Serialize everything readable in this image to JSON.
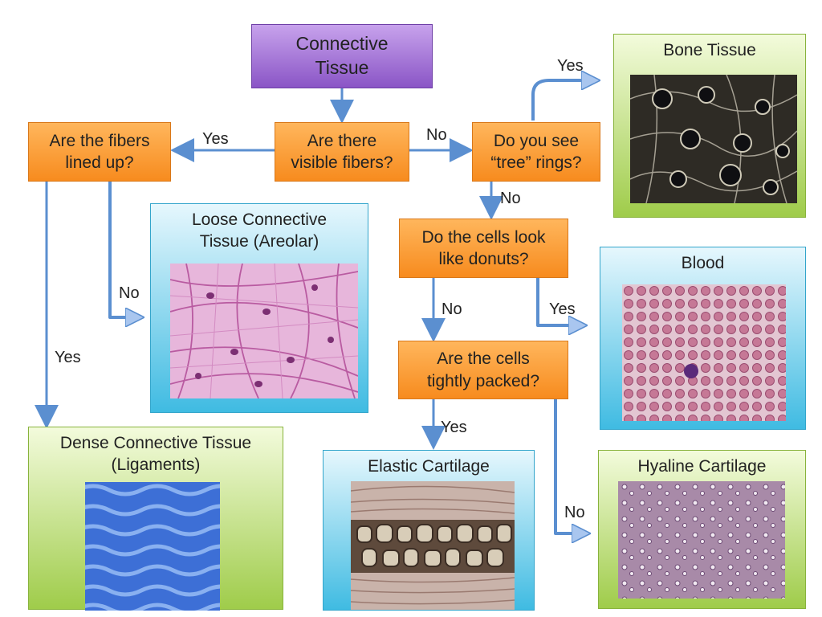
{
  "title": "Connective\nTissue",
  "questions": {
    "visible_fibers": "Are there\nvisible fibers?",
    "lined_up": "Are the fibers\nlined up?",
    "tree_rings": "Do you see\n“tree” rings?",
    "donuts": "Do the cells look\nlike donuts?",
    "tightly_packed": "Are the cells\ntightly packed?"
  },
  "results": {
    "bone": "Bone Tissue",
    "loose": "Loose Connective\nTissue (Areolar)",
    "dense": "Dense Connective Tissue\n(Ligaments)",
    "blood": "Blood",
    "elastic": "Elastic Cartilage",
    "hyaline": "Hyaline Cartilage"
  },
  "edge_labels": {
    "fibers_yes": "Yes",
    "fibers_no": "No",
    "rings_yes": "Yes",
    "rings_no": "No",
    "lined_no": "No",
    "lined_yes": "Yes",
    "donuts_no": "No",
    "donuts_yes": "Yes",
    "packed_yes": "Yes",
    "packed_no": "No"
  },
  "colors": {
    "arrow": "#5b8fd0",
    "question": "#f79a31",
    "title": "#9966cc",
    "result_green": "#b5d96a",
    "result_blue": "#5fc8ec"
  }
}
